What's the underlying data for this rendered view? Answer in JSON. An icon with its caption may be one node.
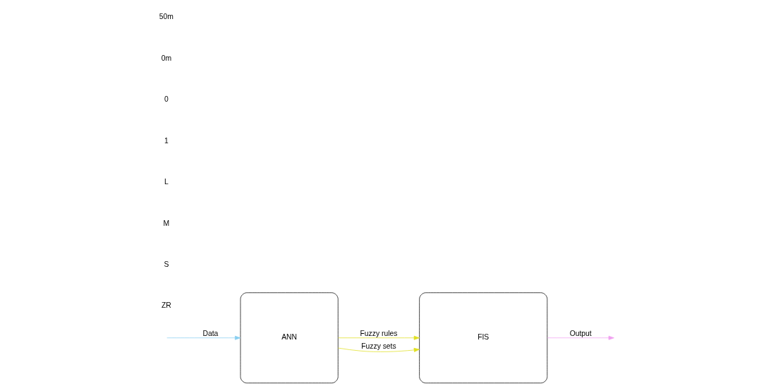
{
  "diagram": {
    "nodes": [
      {
        "text": [
          "ANN"
        ]
      },
      {
        "text": [
          "FIS"
        ]
      }
    ],
    "edges": [
      {
        "from": null,
        "to": 0,
        "arrow": "to",
        "label": "Data",
        "color": "#87cef0"
      },
      {
        "from": 0,
        "to": 1,
        "arrow": "to",
        "label": "Fuzzy rules",
        "color": "#e0e020"
      },
      {
        "from": 0,
        "to": 1,
        "arrow": "to",
        "label": "Fuzzy sets",
        "color": "#e0e020"
      },
      {
        "from": 1,
        "to": null,
        "arrow": "to",
        "label": "Output",
        "color": "#f0a0f0"
      }
    ],
    "labels": [
      "ZR",
      "S",
      "M",
      "L",
      "1",
      "0",
      "0m",
      "50m"
    ]
  }
}
